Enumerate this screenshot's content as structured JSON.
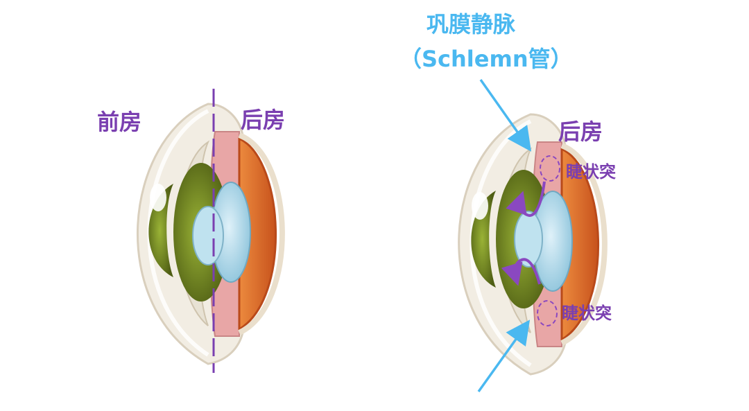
{
  "left_panel": {
    "anterior_chamber_label": "前房",
    "posterior_chamber_label": "后房"
  },
  "right_panel": {
    "schlemm_title_line1": "巩膜静脉",
    "schlemm_title_line2": "（Schlemn管）",
    "posterior_chamber_label": "后房",
    "ciliary_body_label_upper": "睫状突",
    "ciliary_body_label_lower": "睫状突"
  },
  "colors": {
    "label_purple": "#7a3fb0",
    "arrow_blue": "#4ab8f0",
    "flow_purple": "#8a48c0",
    "sclera": "#f1ece2",
    "iris_green": "#6b7a1e",
    "lens_blue": "#a9d6e8",
    "ciliary_pink": "#e8a6a6",
    "retina_orange": "#e0692a"
  }
}
